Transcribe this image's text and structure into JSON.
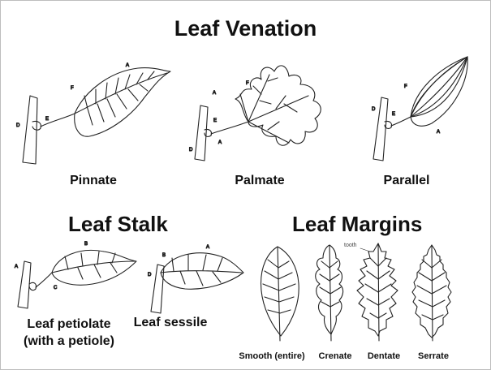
{
  "titles": {
    "venation": "Leaf Venation",
    "stalk": "Leaf Stalk",
    "margins": "Leaf Margins"
  },
  "venation_captions": {
    "pinnate": "Pinnate",
    "palmate": "Palmate",
    "parallel": "Parallel"
  },
  "stalk_captions": {
    "petiolate_line1": "Leaf petiolate",
    "petiolate_line2": "(with a petiole)",
    "sessile": "Leaf sessile"
  },
  "margin_captions": {
    "smooth": "Smooth (entire)",
    "crenate": "Crenate",
    "dentate": "Dentate",
    "serrate": "Serrate"
  },
  "annotations": {
    "tooth": "tooth",
    "label_a": "A",
    "label_b": "B",
    "label_c": "C",
    "label_d": "D",
    "label_e": "E",
    "label_f": "F"
  }
}
